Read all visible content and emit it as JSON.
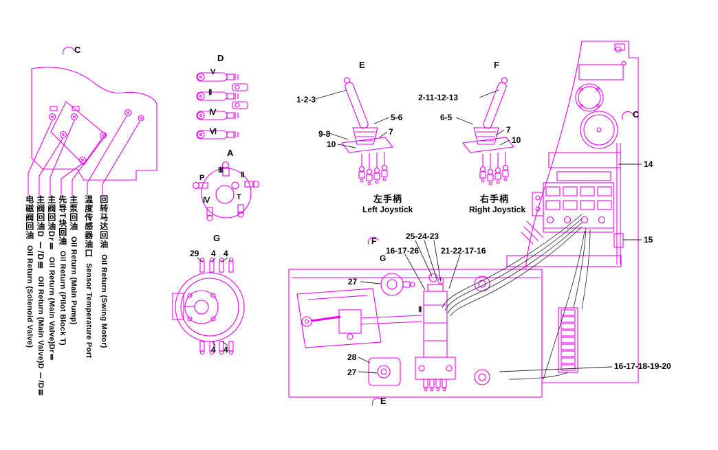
{
  "palette": {
    "line": "#ee00ee",
    "ink": "#1a1a1a"
  },
  "sections": {
    "c_left": "C",
    "d": "D",
    "a": "A",
    "g_left": "G",
    "e_top": "E",
    "f_top": "F",
    "c_right": "C",
    "f_mid": "F",
    "g_mid": "G",
    "e_bottom": "E"
  },
  "left_joystick": {
    "zh": "左手柄",
    "en": "Left Joystick",
    "callout_top": "1-2-3",
    "callout_right_upper": "5-6",
    "callout_left": "9-8",
    "callout_right_lower": "7",
    "callout_bottom": "10"
  },
  "right_joystick": {
    "zh": "右手柄",
    "en": "Right Joystick",
    "callout_top": "2-11-12-13",
    "callout_left": "6-5",
    "callout_right_upper": "7",
    "callout_right_lower": "10"
  },
  "connector_d": {
    "pins": [
      "V",
      "Ⅱ",
      "Ⅳ",
      "Ⅵ"
    ]
  },
  "connector_a": {
    "pins": [
      "P",
      "Ⅲ",
      "Ⅱ",
      "Ⅳ",
      "T"
    ]
  },
  "gauge_g": {
    "callout_29": "29",
    "top_4a": "4",
    "top_4b": "4",
    "bottom_4a": "4",
    "bottom_4b": "4"
  },
  "cab": {
    "callout_14": "14",
    "callout_15": "15",
    "callout_bottom": "16-17-18-19-20"
  },
  "console": {
    "callout_group_top": "25-24-23",
    "callout_group_left": "16-17-26",
    "callout_group_right": "21-22-17-16",
    "callout_dial": "27",
    "callout_block": "28",
    "callout_block_2": "27",
    "pin": "Ⅱ"
  },
  "port_labels": [
    {
      "zh": "电磁阀回油",
      "en": "Oil Return (Solenoid Valve)"
    },
    {
      "zh": "主阀回油D Ⅰ/DⅢ",
      "en": "Oil Return (Main Valve)D Ⅰ/DⅢ"
    },
    {
      "zh": "主阀回油DrⅡ",
      "en": "Oil Return (Main Valve)DrⅡ"
    },
    {
      "zh": "先导T块回油",
      "en": "Oil Return (Pilot Block T)"
    },
    {
      "zh": "主泵回油",
      "en": "Oil Return (Main Pump)"
    },
    {
      "zh": "温度传感器油口",
      "en": "Sensor Temperature Port"
    },
    {
      "zh": "回转马达回油",
      "en": "Oil Return (Swing Motor)"
    }
  ]
}
